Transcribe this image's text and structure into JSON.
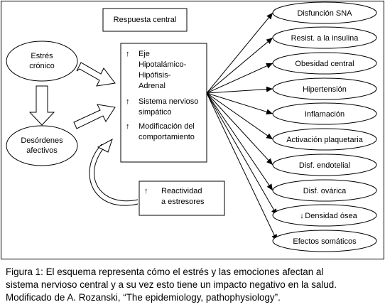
{
  "diagram": {
    "respuesta_central": "Respuesta central",
    "estres_cronico": [
      "Estrés",
      "crónico"
    ],
    "desordenes_afectivos": [
      "Desórdenes",
      "afectivos"
    ],
    "central_box": {
      "arrow_symbol": "↑",
      "eje_lines": [
        "Eje",
        "Hipotalámico-",
        "Hipófisis-",
        "Adrenal"
      ],
      "snc_lines": [
        "Sistema nervioso",
        "simpático"
      ],
      "comp_lines": [
        "Modificación del",
        "comportamiento"
      ]
    },
    "reactividad": {
      "arrow_symbol": "↑",
      "lines": [
        "Reactividad",
        "a estresores"
      ]
    },
    "outcomes": [
      "Disfunción SNA",
      "Resist. a la insulina",
      "Obesidad central",
      "Hipertensión",
      "Inflamación",
      "Activación plaquetaria",
      "Disf. endotelial",
      "Disf. ovárica",
      "Densidad ósea",
      "Efectos somáticos"
    ],
    "densidad_arrow": "↓"
  },
  "caption": {
    "lines": [
      "Figura 1: El esquema representa cómo el estrés y las emociones afectan al",
      "sistema nervioso central y a su vez esto tiene un impacto negativo en la salud.",
      "Modificado de A. Rozanski, “The epidemiology, pathophysiology”."
    ]
  }
}
